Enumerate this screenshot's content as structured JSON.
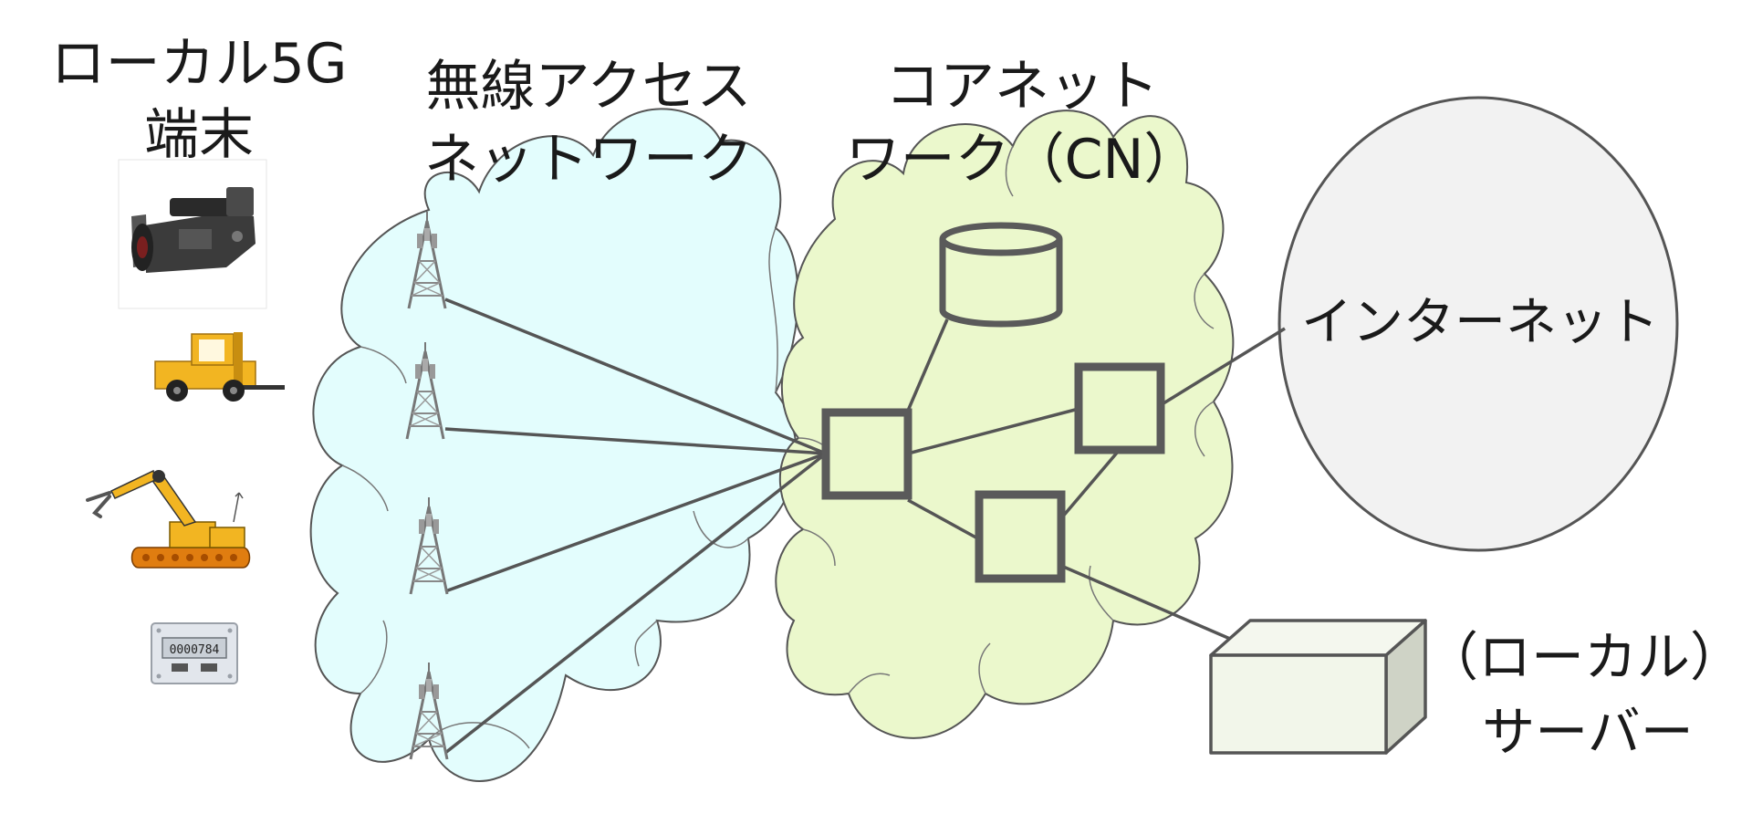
{
  "labels": {
    "terminal_line1": "ローカル5G",
    "terminal_line2": "端末",
    "ran_line1": "無線アクセス",
    "ran_line2": "ネットワーク",
    "cn_line1": "コアネット",
    "cn_line2": "ワーク（CN）",
    "internet": "インターネット",
    "server_line1": "（ローカル）",
    "server_line2": "サーバー",
    "meter_display": "0000784"
  },
  "colors": {
    "ran_cloud_fill": "#e3fdfd",
    "cn_cloud_fill": "#ebf8cc",
    "internet_fill": "#f2f2f2",
    "server_front": "#f2f6ea",
    "server_side": "#cfd3c6",
    "stroke": "#555555",
    "node_stroke": "#5a5a5a",
    "device_yellow": "#f2b522"
  },
  "icons": {
    "camera": "video-camera-icon",
    "forklift": "forklift-icon",
    "robot": "robot-arm-icon",
    "meter": "smart-meter-icon",
    "tower": "cell-tower-icon",
    "database": "database-icon",
    "server": "server-box-icon"
  }
}
